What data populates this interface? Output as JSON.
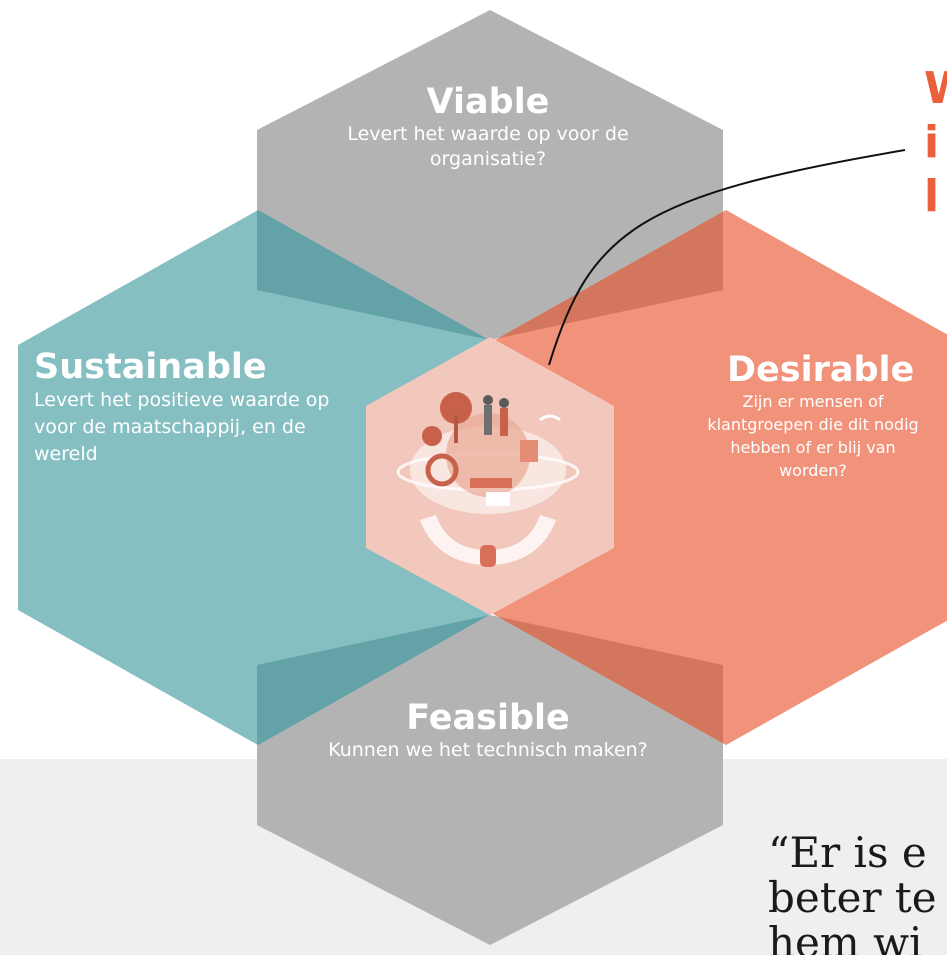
{
  "hexagons": {
    "viable": {
      "title": "Viable",
      "desc": "Levert het waarde op voor de organisatie?",
      "color": "#b3b3b3"
    },
    "sustainable": {
      "title": "Sustainable",
      "desc": "Levert het positieve waarde op voor de maatschappij, en de wereld",
      "color": "#85bfc2"
    },
    "desirable": {
      "title": "Desirable",
      "desc": "Zijn er mensen of klantgroepen die dit nodig hebben of er blij van worden?",
      "color": "#f0937a"
    },
    "feasible": {
      "title": "Feasible",
      "desc": "Kunnen we het technisch maken?",
      "color": "#b3b3b3"
    },
    "center": {
      "color": "#f2c8bc",
      "icon": "hands-holding-globe-illustration-icon"
    }
  },
  "heading": {
    "line1": "W",
    "line2": "i",
    "line3": "l"
  },
  "quote": {
    "line1": "“Er is e",
    "line2": "beter te",
    "line3": "hem wi"
  },
  "colors": {
    "accent_orange": "#e8613c",
    "teal_overlap": "#63a2a6",
    "orange_overlap": "#d3765d",
    "grey_band": "#efefef"
  }
}
